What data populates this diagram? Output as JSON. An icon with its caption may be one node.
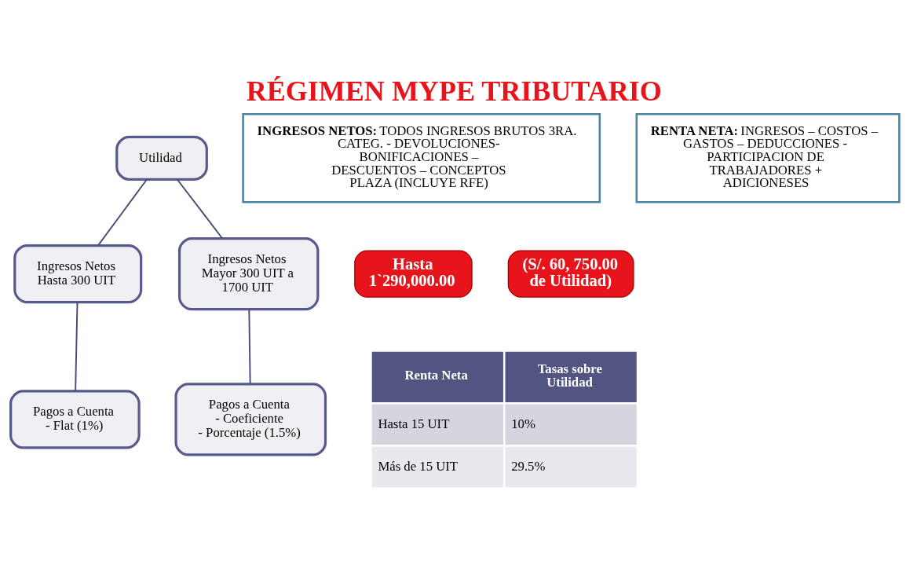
{
  "diagram": {
    "title": "RÉGIMEN MYPE TRIBUTARIO",
    "nodes": [
      {
        "text": [
          "Utilidad"
        ]
      },
      {
        "text": [
          "Ingresos Netos Hasta 300 UIT"
        ]
      },
      {
        "text": [
          "Ingresos Netos Mayor 300 UIT a 1700 UIT"
        ]
      },
      {
        "text": [
          "Pagos a Cuenta",
          "- Flat (1%)"
        ]
      },
      {
        "text": [
          "Pagos a Cuenta",
          "- Coeficiente",
          "- Porcentaje (1.5%)"
        ]
      },
      {
        "text": [
          "INGRESOS NETOS:",
          "TODOS INGRESOS BRUTOS 3RA. CATEG. - DEVOLUCIONES- BONIFICACIONES – DESCUENTOS – CONCEPTOS PLAZA (INCLUYE RFE)"
        ]
      },
      {
        "text": [
          "RENTA NETA:",
          "INGRESOS – COSTOS – GASTOS – DEDUCCIONES - PARTICIPACION DE TRABAJADORES + ADICIONESES"
        ]
      },
      {
        "text": [
          "Hasta 1`290,000.00"
        ]
      },
      {
        "text": [
          "(S/. 60, 750.00 de Utilidad)"
        ]
      }
    ],
    "edges": [
      {
        "from": 0,
        "to": 1,
        "arrow": "none"
      },
      {
        "from": 0,
        "to": 2,
        "arrow": "none"
      },
      {
        "from": 1,
        "to": 3,
        "arrow": "none"
      },
      {
        "from": 2,
        "to": 4,
        "arrow": "none"
      }
    ],
    "labels": [
      "Renta Neta",
      "Tasas sobre Utilidad",
      "Hasta 15 UIT",
      "10%",
      "Más de 15 UIT",
      "29.5%"
    ]
  }
}
